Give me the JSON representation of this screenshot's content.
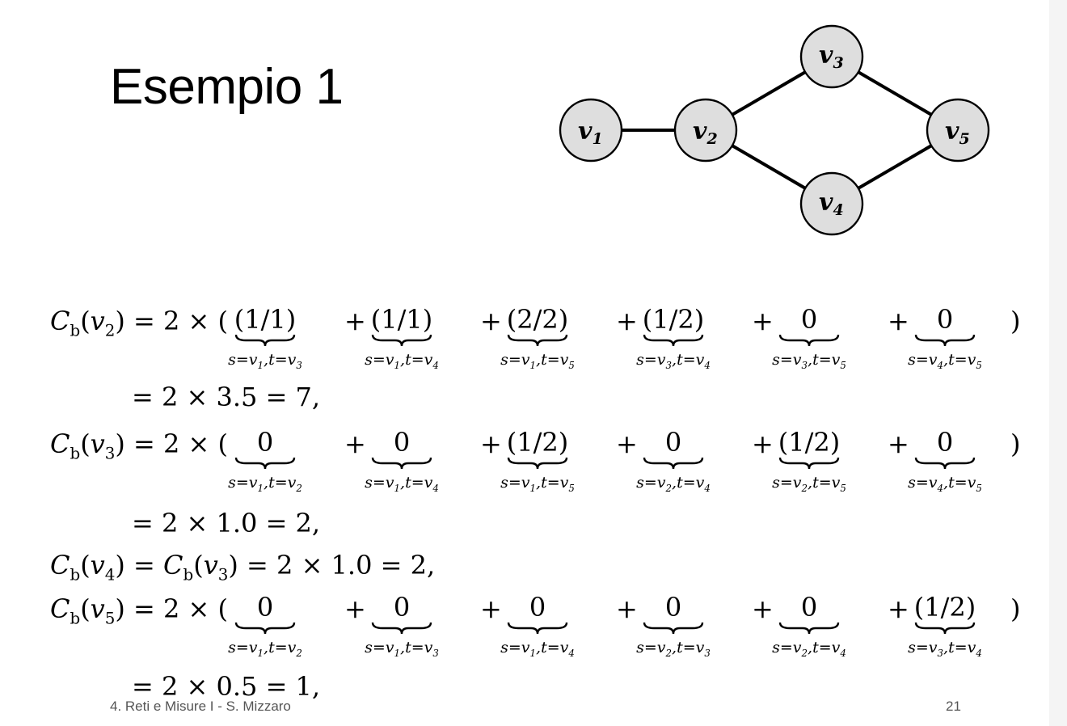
{
  "title": "Esempio 1",
  "graph": {
    "nodes": [
      {
        "id": "v1",
        "letter": "v",
        "sub": "1"
      },
      {
        "id": "v2",
        "letter": "v",
        "sub": "2"
      },
      {
        "id": "v3",
        "letter": "v",
        "sub": "3"
      },
      {
        "id": "v4",
        "letter": "v",
        "sub": "4"
      },
      {
        "id": "v5",
        "letter": "v",
        "sub": "5"
      }
    ],
    "edges": [
      [
        "v1",
        "v2"
      ],
      [
        "v2",
        "v3"
      ],
      [
        "v2",
        "v4"
      ],
      [
        "v3",
        "v5"
      ],
      [
        "v4",
        "v5"
      ]
    ]
  },
  "equations": {
    "cb_v2": {
      "lhs": "C_b(v_2) = 2 × (",
      "terms": [
        {
          "top": "(1/1)",
          "under": "s=v_1,t=v_3"
        },
        {
          "top": "(1/1)",
          "under": "s=v_1,t=v_4"
        },
        {
          "top": "(2/2)",
          "under": "s=v_1,t=v_5"
        },
        {
          "top": "(1/2)",
          "under": "s=v_3,t=v_4"
        },
        {
          "top": "0",
          "under": "s=v_3,t=v_5"
        },
        {
          "top": "0",
          "under": "s=v_4,t=v_5"
        }
      ],
      "result": "= 2 × 3.5 = 7,"
    },
    "cb_v3": {
      "lhs": "C_b(v_3) = 2 × (",
      "terms": [
        {
          "top": "0",
          "under": "s=v_1,t=v_2"
        },
        {
          "top": "0",
          "under": "s=v_1,t=v_4"
        },
        {
          "top": "(1/2)",
          "under": "s=v_1,t=v_5"
        },
        {
          "top": "0",
          "under": "s=v_2,t=v_4"
        },
        {
          "top": "(1/2)",
          "under": "s=v_2,t=v_5"
        },
        {
          "top": "0",
          "under": "s=v_4,t=v_5"
        }
      ],
      "result": "= 2 × 1.0 = 2,"
    },
    "cb_v4": {
      "text": "C_b(v_4) = C_b(v_3) = 2 × 1.0 = 2,"
    },
    "cb_v5": {
      "lhs": "C_b(v_5) = 2 × (",
      "terms": [
        {
          "top": "0",
          "under": "s=v_1,t=v_2"
        },
        {
          "top": "0",
          "under": "s=v_1,t=v_3"
        },
        {
          "top": "0",
          "under": "s=v_1,t=v_4"
        },
        {
          "top": "0",
          "under": "s=v_2,t=v_3"
        },
        {
          "top": "0",
          "under": "s=v_2,t=v_4"
        },
        {
          "top": "(1/2)",
          "under": "s=v_3,t=v_4"
        }
      ],
      "result": "= 2 × 0.5 = 1,"
    }
  },
  "footer": {
    "left": "4. Reti e Misure I - S. Mizzaro",
    "page": "21"
  }
}
